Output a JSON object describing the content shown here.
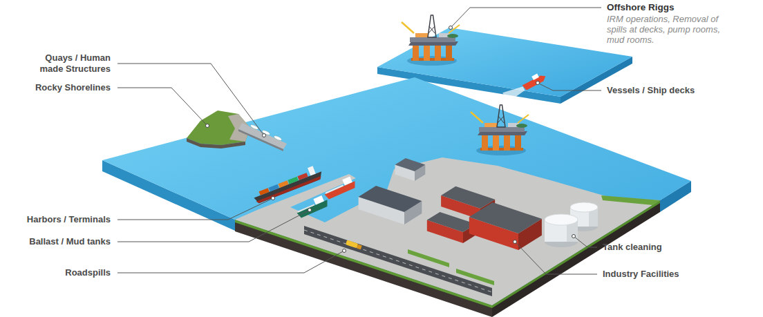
{
  "diagram": {
    "labels": [
      "Offshore Riggs",
      "IRM operations, Removal of spills at decks, pump rooms, mud rooms.",
      "Quays / Human made Structures",
      "Rocky Shorelines",
      "Vessels / Ship decks",
      "Harbors / Terminals",
      "Ballast / Mud tanks",
      "Tank cleaning",
      "Roadspills",
      "Industry Facilities"
    ]
  }
}
